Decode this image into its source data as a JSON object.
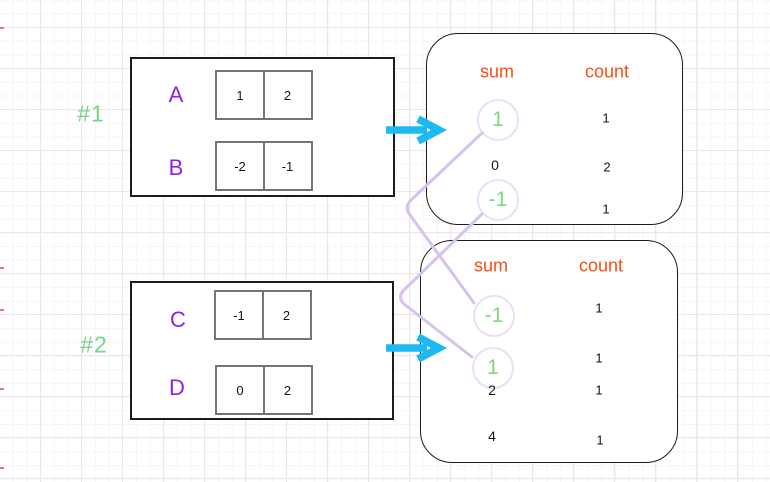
{
  "colors": {
    "label_green": "#79d389",
    "letter_purple": "#8e1ff2",
    "header_orange": "#fb4d14",
    "sum_highlight_green": "#82d682",
    "arrow_cyan": "#1cb9f2",
    "connector_lavender": "#d7c3ec",
    "ring_lavender": "#ecdef7",
    "text_black": "#141414"
  },
  "examples": [
    {
      "label": "#1",
      "arrays": [
        {
          "name": "A",
          "values": [
            "1",
            "2"
          ]
        },
        {
          "name": "B",
          "values": [
            "-2",
            "-1"
          ]
        }
      ],
      "table": {
        "sum_header": "sum",
        "count_header": "count",
        "rows": [
          {
            "sum": "1",
            "count": "1",
            "highlighted": true
          },
          {
            "sum": "0",
            "count": "2",
            "highlighted": false
          },
          {
            "sum": "-1",
            "count": "1",
            "highlighted": true
          }
        ]
      }
    },
    {
      "label": "#2",
      "arrays": [
        {
          "name": "C",
          "values": [
            "-1",
            "2"
          ]
        },
        {
          "name": "D",
          "values": [
            "0",
            "2"
          ]
        }
      ],
      "table": {
        "sum_header": "sum",
        "count_header": "count",
        "rows": [
          {
            "sum": "-1",
            "count": "1",
            "highlighted": true
          },
          {
            "sum": "1",
            "count": "1",
            "highlighted": true
          },
          {
            "sum": "2",
            "count": "1",
            "highlighted": false
          },
          {
            "sum": "4",
            "count": "1",
            "highlighted": false
          }
        ]
      }
    }
  ],
  "connections": [
    {
      "from": "#1 sum 1",
      "to": "#2 sum -1"
    },
    {
      "from": "#1 sum -1",
      "to": "#2 sum 1"
    }
  ]
}
